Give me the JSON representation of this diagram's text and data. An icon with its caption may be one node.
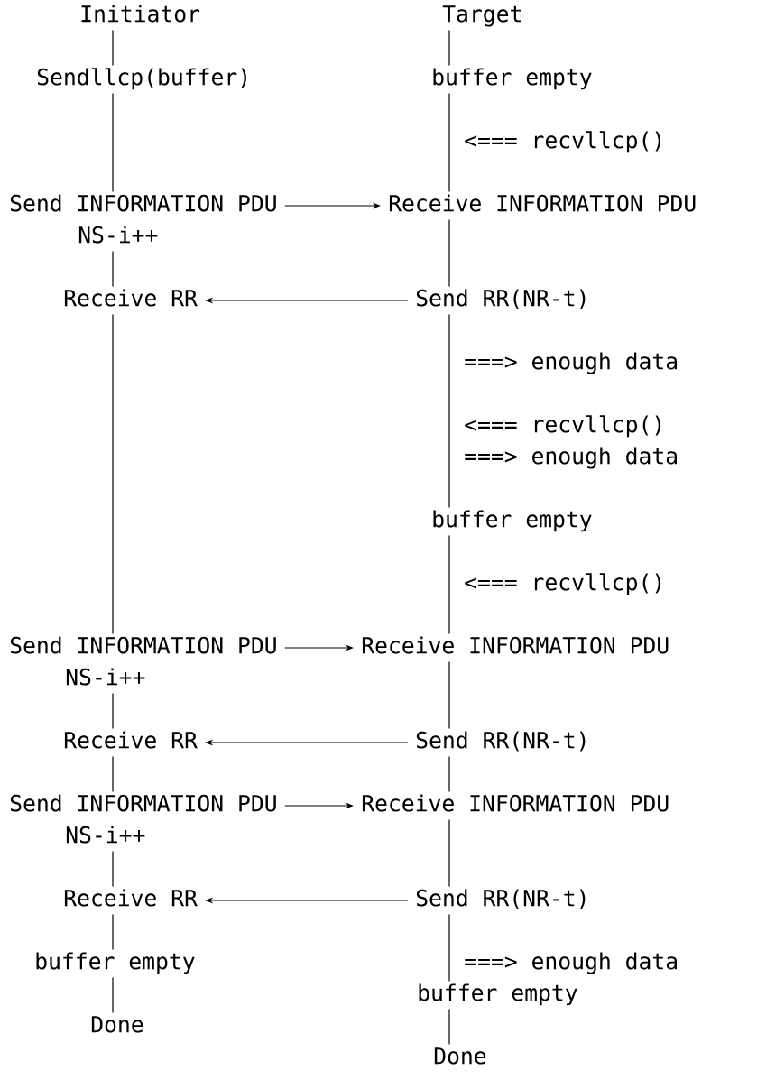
{
  "diagram": {
    "nodes": [
      {
        "text": [
          "Initiator"
        ]
      },
      {
        "text": [
          "Target"
        ]
      },
      {
        "text": [
          "Sendllcp(buffer)"
        ]
      },
      {
        "text": [
          "buffer empty"
        ]
      },
      {
        "text": [
          "Send INFORMATION PDU"
        ]
      },
      {
        "text": [
          "Receive INFORMATION PDU"
        ]
      },
      {
        "text": [
          "NS-i++"
        ]
      },
      {
        "text": [
          "Receive RR"
        ]
      },
      {
        "text": [
          "Send RR(NR-t)"
        ]
      },
      {
        "text": [
          "buffer empty"
        ]
      },
      {
        "text": [
          "Send INFORMATION PDU"
        ]
      },
      {
        "text": [
          "Receive INFORMATION PDU"
        ]
      },
      {
        "text": [
          "NS-i++"
        ]
      },
      {
        "text": [
          "Receive RR"
        ]
      },
      {
        "text": [
          "Send RR(NR-t)"
        ]
      },
      {
        "text": [
          "Send INFORMATION PDU"
        ]
      },
      {
        "text": [
          "Receive INFORMATION PDU"
        ]
      },
      {
        "text": [
          "NS-i++"
        ]
      },
      {
        "text": [
          "Receive RR"
        ]
      },
      {
        "text": [
          "Send RR(NR-t)"
        ]
      },
      {
        "text": [
          "buffer empty"
        ]
      },
      {
        "text": [
          "buffer empty"
        ]
      },
      {
        "text": [
          "Done"
        ]
      },
      {
        "text": [
          "Done"
        ]
      }
    ],
    "edges": [
      {
        "from": 0,
        "to": 2,
        "arrow": "none"
      },
      {
        "from": 2,
        "to": 4,
        "arrow": "none"
      },
      {
        "from": 6,
        "to": 7,
        "arrow": "none"
      },
      {
        "from": 7,
        "to": 10,
        "arrow": "none"
      },
      {
        "from": 12,
        "to": 13,
        "arrow": "none"
      },
      {
        "from": 13,
        "to": 15,
        "arrow": "none"
      },
      {
        "from": 17,
        "to": 18,
        "arrow": "none"
      },
      {
        "from": 18,
        "to": 20,
        "arrow": "none"
      },
      {
        "from": 20,
        "to": 22,
        "arrow": "none"
      },
      {
        "from": 1,
        "to": 3,
        "arrow": "none"
      },
      {
        "from": 3,
        "to": 5,
        "arrow": "none"
      },
      {
        "from": 5,
        "to": 8,
        "arrow": "none"
      },
      {
        "from": 8,
        "to": 9,
        "arrow": "none"
      },
      {
        "from": 9,
        "to": 11,
        "arrow": "none"
      },
      {
        "from": 11,
        "to": 14,
        "arrow": "none"
      },
      {
        "from": 14,
        "to": 16,
        "arrow": "none"
      },
      {
        "from": 16,
        "to": 19,
        "arrow": "none"
      },
      {
        "from": 19,
        "to": 21,
        "arrow": "none"
      },
      {
        "from": 21,
        "to": 23,
        "arrow": "none"
      },
      {
        "from": 4,
        "to": 5,
        "arrow": "to"
      },
      {
        "from": 8,
        "to": 7,
        "arrow": "to"
      },
      {
        "from": 10,
        "to": 11,
        "arrow": "to"
      },
      {
        "from": 14,
        "to": 13,
        "arrow": "to"
      },
      {
        "from": 15,
        "to": 16,
        "arrow": "to"
      },
      {
        "from": 19,
        "to": 18,
        "arrow": "to"
      }
    ],
    "labels": [
      "<=== recvllcp()",
      "===> enough data",
      "<=== recvllcp()",
      "===> enough data",
      "<=== recvllcp()",
      "===> enough data"
    ]
  }
}
